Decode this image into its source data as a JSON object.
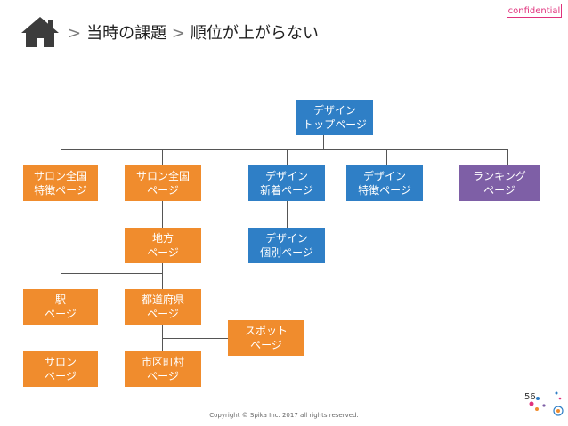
{
  "badge": "confidential",
  "breadcrumb": {
    "sep": ">",
    "items": [
      "当時の課題",
      "順位が上がらない"
    ]
  },
  "nodes": {
    "design_top": [
      "デザイン",
      "トップページ"
    ],
    "salon_zenkoku_tokucho": [
      "サロン全国",
      "特徴ページ"
    ],
    "salon_zenkoku": [
      "サロン全国",
      "ページ"
    ],
    "design_shinchaku": [
      "デザイン",
      "新着ページ"
    ],
    "design_tokucho": [
      "デザイン",
      "特徴ページ"
    ],
    "ranking": [
      "ランキング",
      "ページ"
    ],
    "chiho": [
      "地方",
      "ページ"
    ],
    "design_kobetsu": [
      "デザイン",
      "個別ページ"
    ],
    "eki": [
      "駅",
      "ページ"
    ],
    "todofuken": [
      "都道府県",
      "ページ"
    ],
    "spot": [
      "スポット",
      "ページ"
    ],
    "salon": [
      "サロン",
      "ページ"
    ],
    "shikuchoson": [
      "市区町村",
      "ページ"
    ]
  },
  "colors": {
    "orange": "#f08c2d",
    "blue": "#2f7fc6",
    "purple": "#7e5fa6",
    "badge": "#e0317c"
  },
  "footer": "Copyright © Spika Inc. 2017 all rights reserved.",
  "page_number": "56"
}
